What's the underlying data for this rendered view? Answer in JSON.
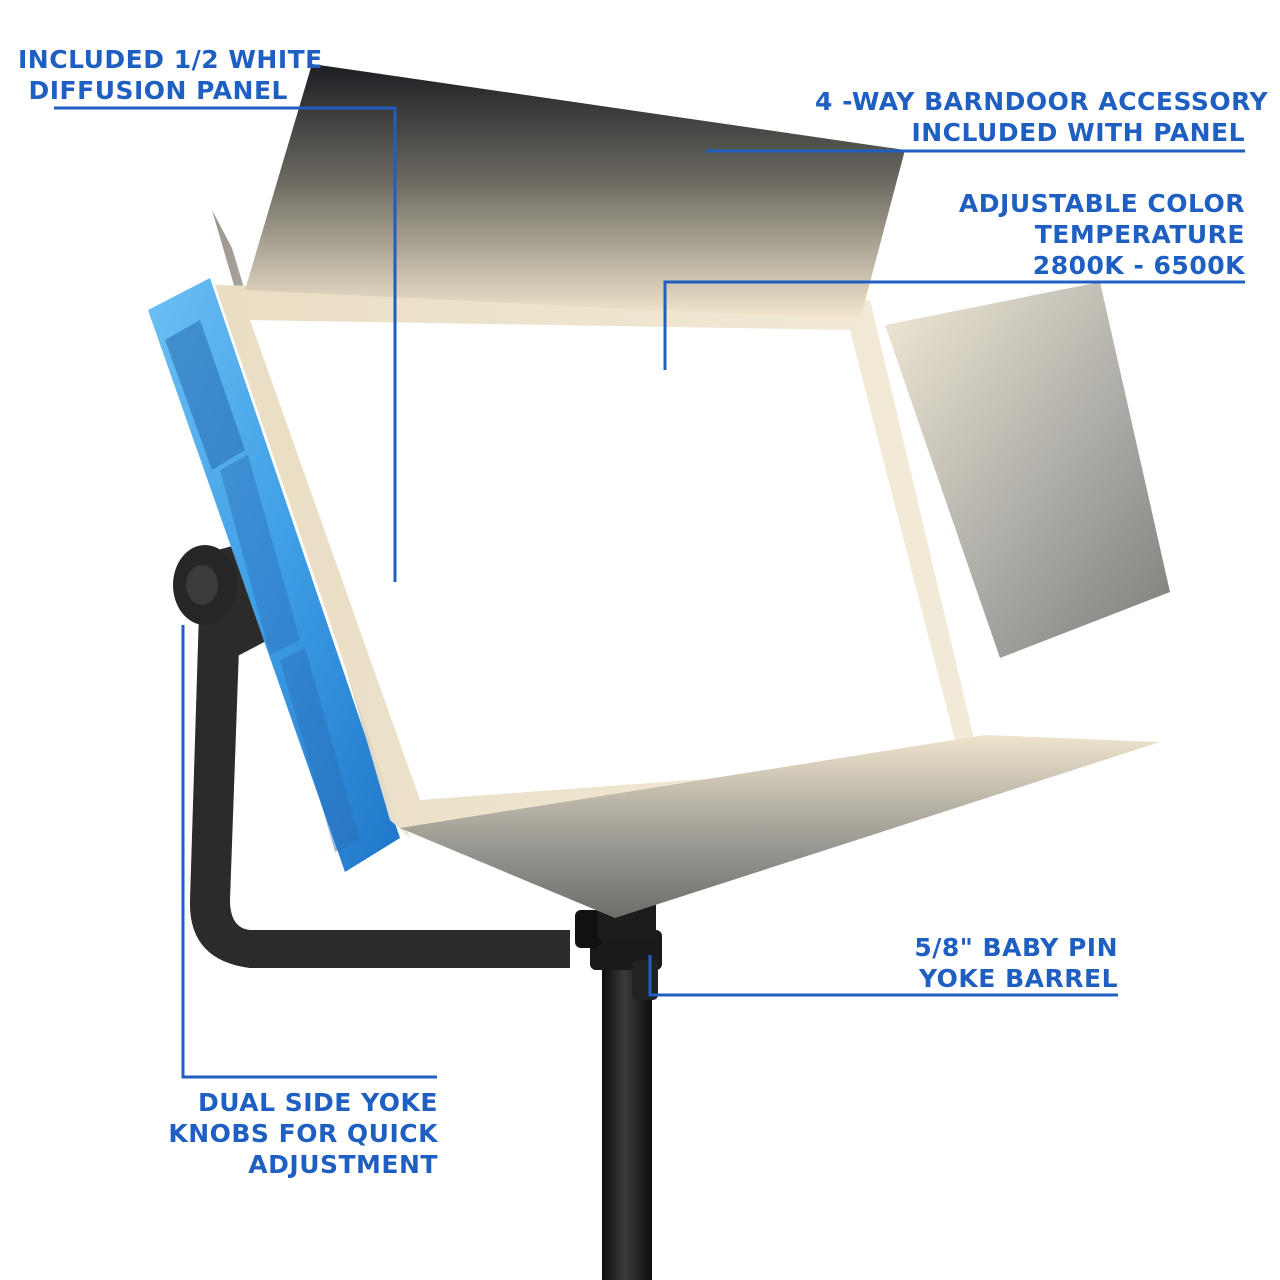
{
  "callouts": {
    "diffusion": [
      "INCLUDED 1/2 WHITE",
      "DIFFUSION PANEL"
    ],
    "barndoor": [
      "4 -WAY BARNDOOR ACCESSORY",
      "INCLUDED WITH PANEL"
    ],
    "color_temperature": [
      "ADJUSTABLE COLOR",
      "TEMPERATURE",
      "2800K - 6500K"
    ],
    "baby_pin": [
      "5/8\" BABY PIN",
      "YOKE BARREL"
    ],
    "yoke_knobs": [
      "DUAL SIDE YOKE",
      "KNOBS FOR QUICK",
      "ADJUSTMENT"
    ]
  },
  "colors": {
    "accent": "#1f5fc1",
    "panel_body": "#4aa6e8",
    "yoke": "#2a2a2a",
    "stand": "#1c1c1c"
  }
}
